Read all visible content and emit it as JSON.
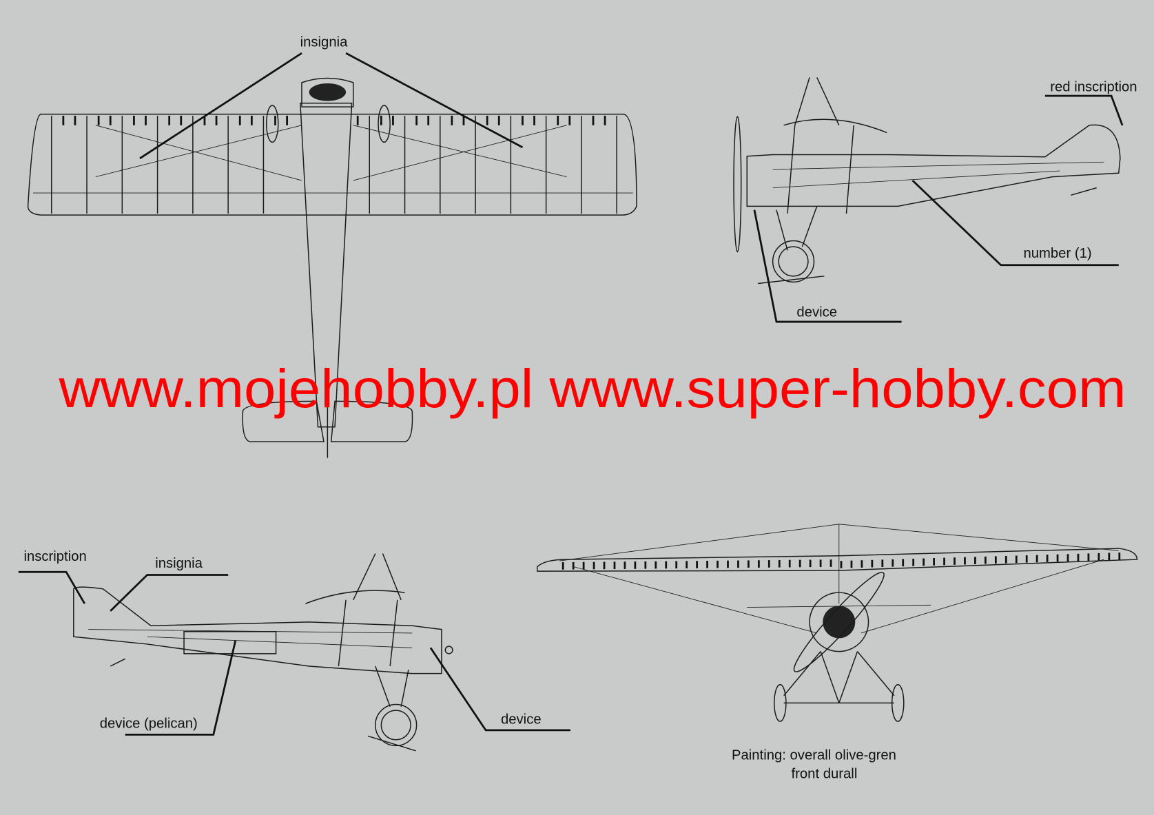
{
  "labels": {
    "top_insignia": "insignia",
    "red_inscription": "red inscription",
    "number": "number (1)",
    "side_device": "device",
    "inscription": "inscription",
    "left_insignia": "insignia",
    "device_pelican": "device (pelican)",
    "bottom_device": "device",
    "painting_line1": "Painting: overall olive-gren",
    "painting_line2": "front durall"
  },
  "watermark": "www.mojehobby.pl www.super-hobby.com",
  "colors": {
    "background": "#c9cbcb",
    "watermark": "#ff0000",
    "ink": "#1a1a1a"
  }
}
